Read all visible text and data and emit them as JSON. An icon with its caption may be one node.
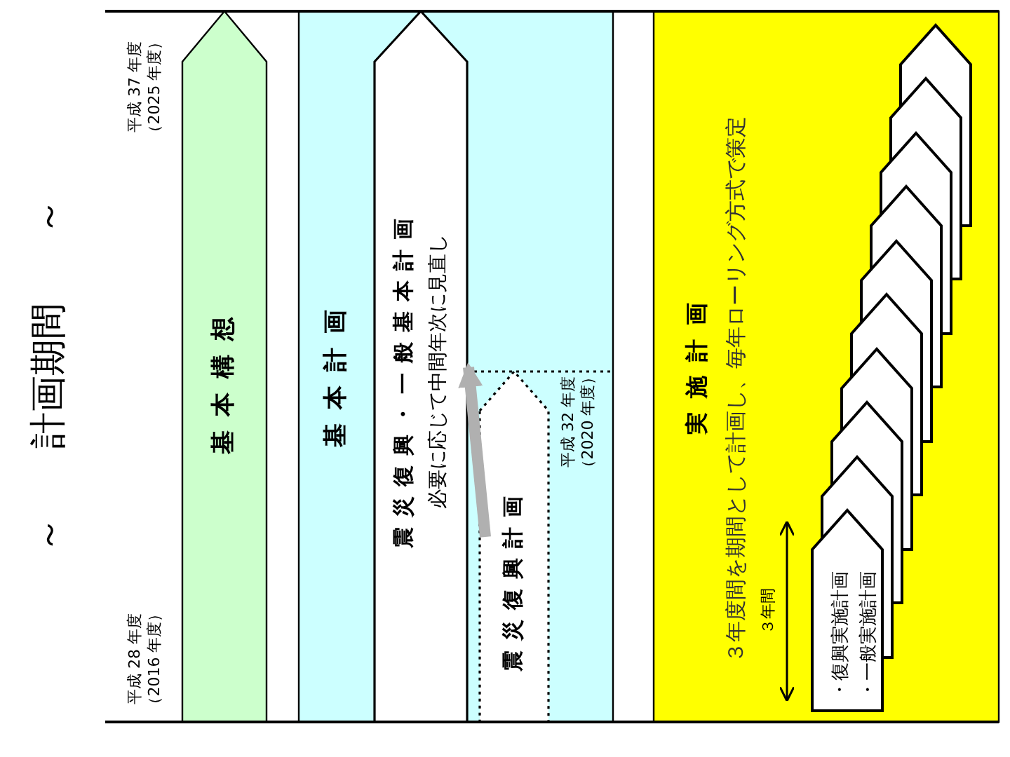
{
  "diagram": {
    "nodes": [
      {
        "text": [
          "基本構想"
        ]
      },
      {
        "text": [
          "基本計画"
        ]
      },
      {
        "text": [
          "震災復興・一般基本計画",
          "必要に応じて中間年次に見直し"
        ],
        "in": 1
      },
      {
        "text": [
          "震災復興計画"
        ],
        "in": 1,
        "beside": [
          "平成 32 年度（2020 年度）"
        ]
      },
      {
        "text": [
          "実施計画",
          "３年度間を期間として計画し、毎年ローリング方式で策定"
        ]
      },
      {
        "text": [
          "・復興実施計画",
          "・一般実施計画"
        ],
        "in": 4
      },
      {
        "text": [],
        "shape": "pentagon",
        "in": 4
      },
      {
        "text": [],
        "shape": "pentagon",
        "in": 4
      },
      {
        "text": [],
        "shape": "pentagon",
        "in": 4
      },
      {
        "text": [],
        "shape": "pentagon",
        "in": 4
      },
      {
        "text": [],
        "shape": "pentagon",
        "in": 4
      },
      {
        "text": [],
        "shape": "pentagon",
        "in": 4
      },
      {
        "text": [],
        "shape": "pentagon",
        "in": 4
      },
      {
        "text": [],
        "shape": "pentagon",
        "in": 4
      },
      {
        "text": [],
        "shape": "pentagon",
        "in": 4
      }
    ],
    "edges": [
      {
        "from": 3,
        "to": 2,
        "arrow": "to",
        "color": "#b0b0b0"
      }
    ],
    "labels": [
      "～ 計画期間 ～",
      "平成 37 年度（2025 年度）",
      "平成 28 年度（2016 年度）",
      "３年間"
    ]
  }
}
